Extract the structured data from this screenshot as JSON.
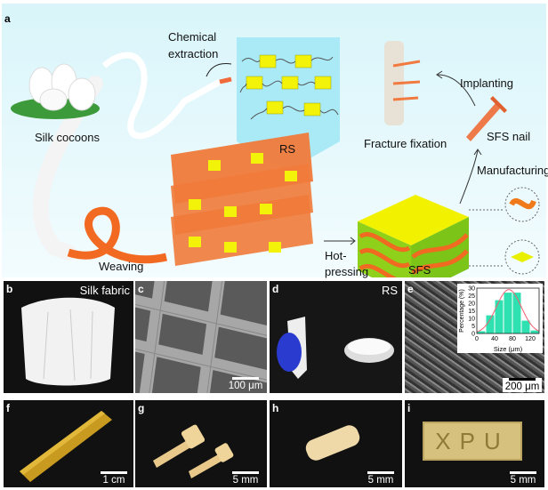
{
  "panel_a": {
    "letter": "a",
    "silk_cocoons": "Silk cocoons",
    "chemical_extraction": [
      "Chemical",
      "extraction"
    ],
    "rs": "RS",
    "weaving": "Weaving",
    "hot_pressing": [
      "Hot-",
      "pressing"
    ],
    "sfs": "SFS",
    "manufacturing": "Manufacturing",
    "implanting": "Implanting",
    "sfs_nail": "SFS nail",
    "fracture_fixation": "Fracture fixation"
  },
  "panel_b": {
    "letter": "b",
    "title": "Silk fabric"
  },
  "panel_c": {
    "letter": "c",
    "scale": "100 μm"
  },
  "panel_d": {
    "letter": "d",
    "title": "RS"
  },
  "panel_e": {
    "letter": "e",
    "scale": "200 μm"
  },
  "panel_f": {
    "letter": "f",
    "scale": "1 cm"
  },
  "panel_g": {
    "letter": "g",
    "scale": "5 mm"
  },
  "panel_h": {
    "letter": "h",
    "scale": "5 mm"
  },
  "panel_i": {
    "letter": "i",
    "scale": "5 mm",
    "engraved_text": "XPU"
  },
  "chart_data": {
    "type": "bar",
    "title": "",
    "xlabel": "Size (μm)",
    "ylabel": "Percentage (%)",
    "bin_edges": [
      0,
      20,
      40,
      60,
      80,
      100,
      120,
      140
    ],
    "values": [
      1.5,
      12,
      22,
      27,
      27,
      8.5,
      2
    ],
    "xticks": [
      "0",
      "40",
      "80",
      "120"
    ],
    "yticks": [
      "0",
      "5",
      "10",
      "15",
      "20",
      "25",
      "30"
    ],
    "xlim": [
      0,
      140
    ],
    "ylim": [
      0,
      30
    ],
    "fit": {
      "type": "gaussian",
      "mean": 72,
      "sd": 28,
      "peak": 29
    },
    "colors": {
      "bar": "#2fe0b0",
      "fit": "#f06070"
    }
  }
}
